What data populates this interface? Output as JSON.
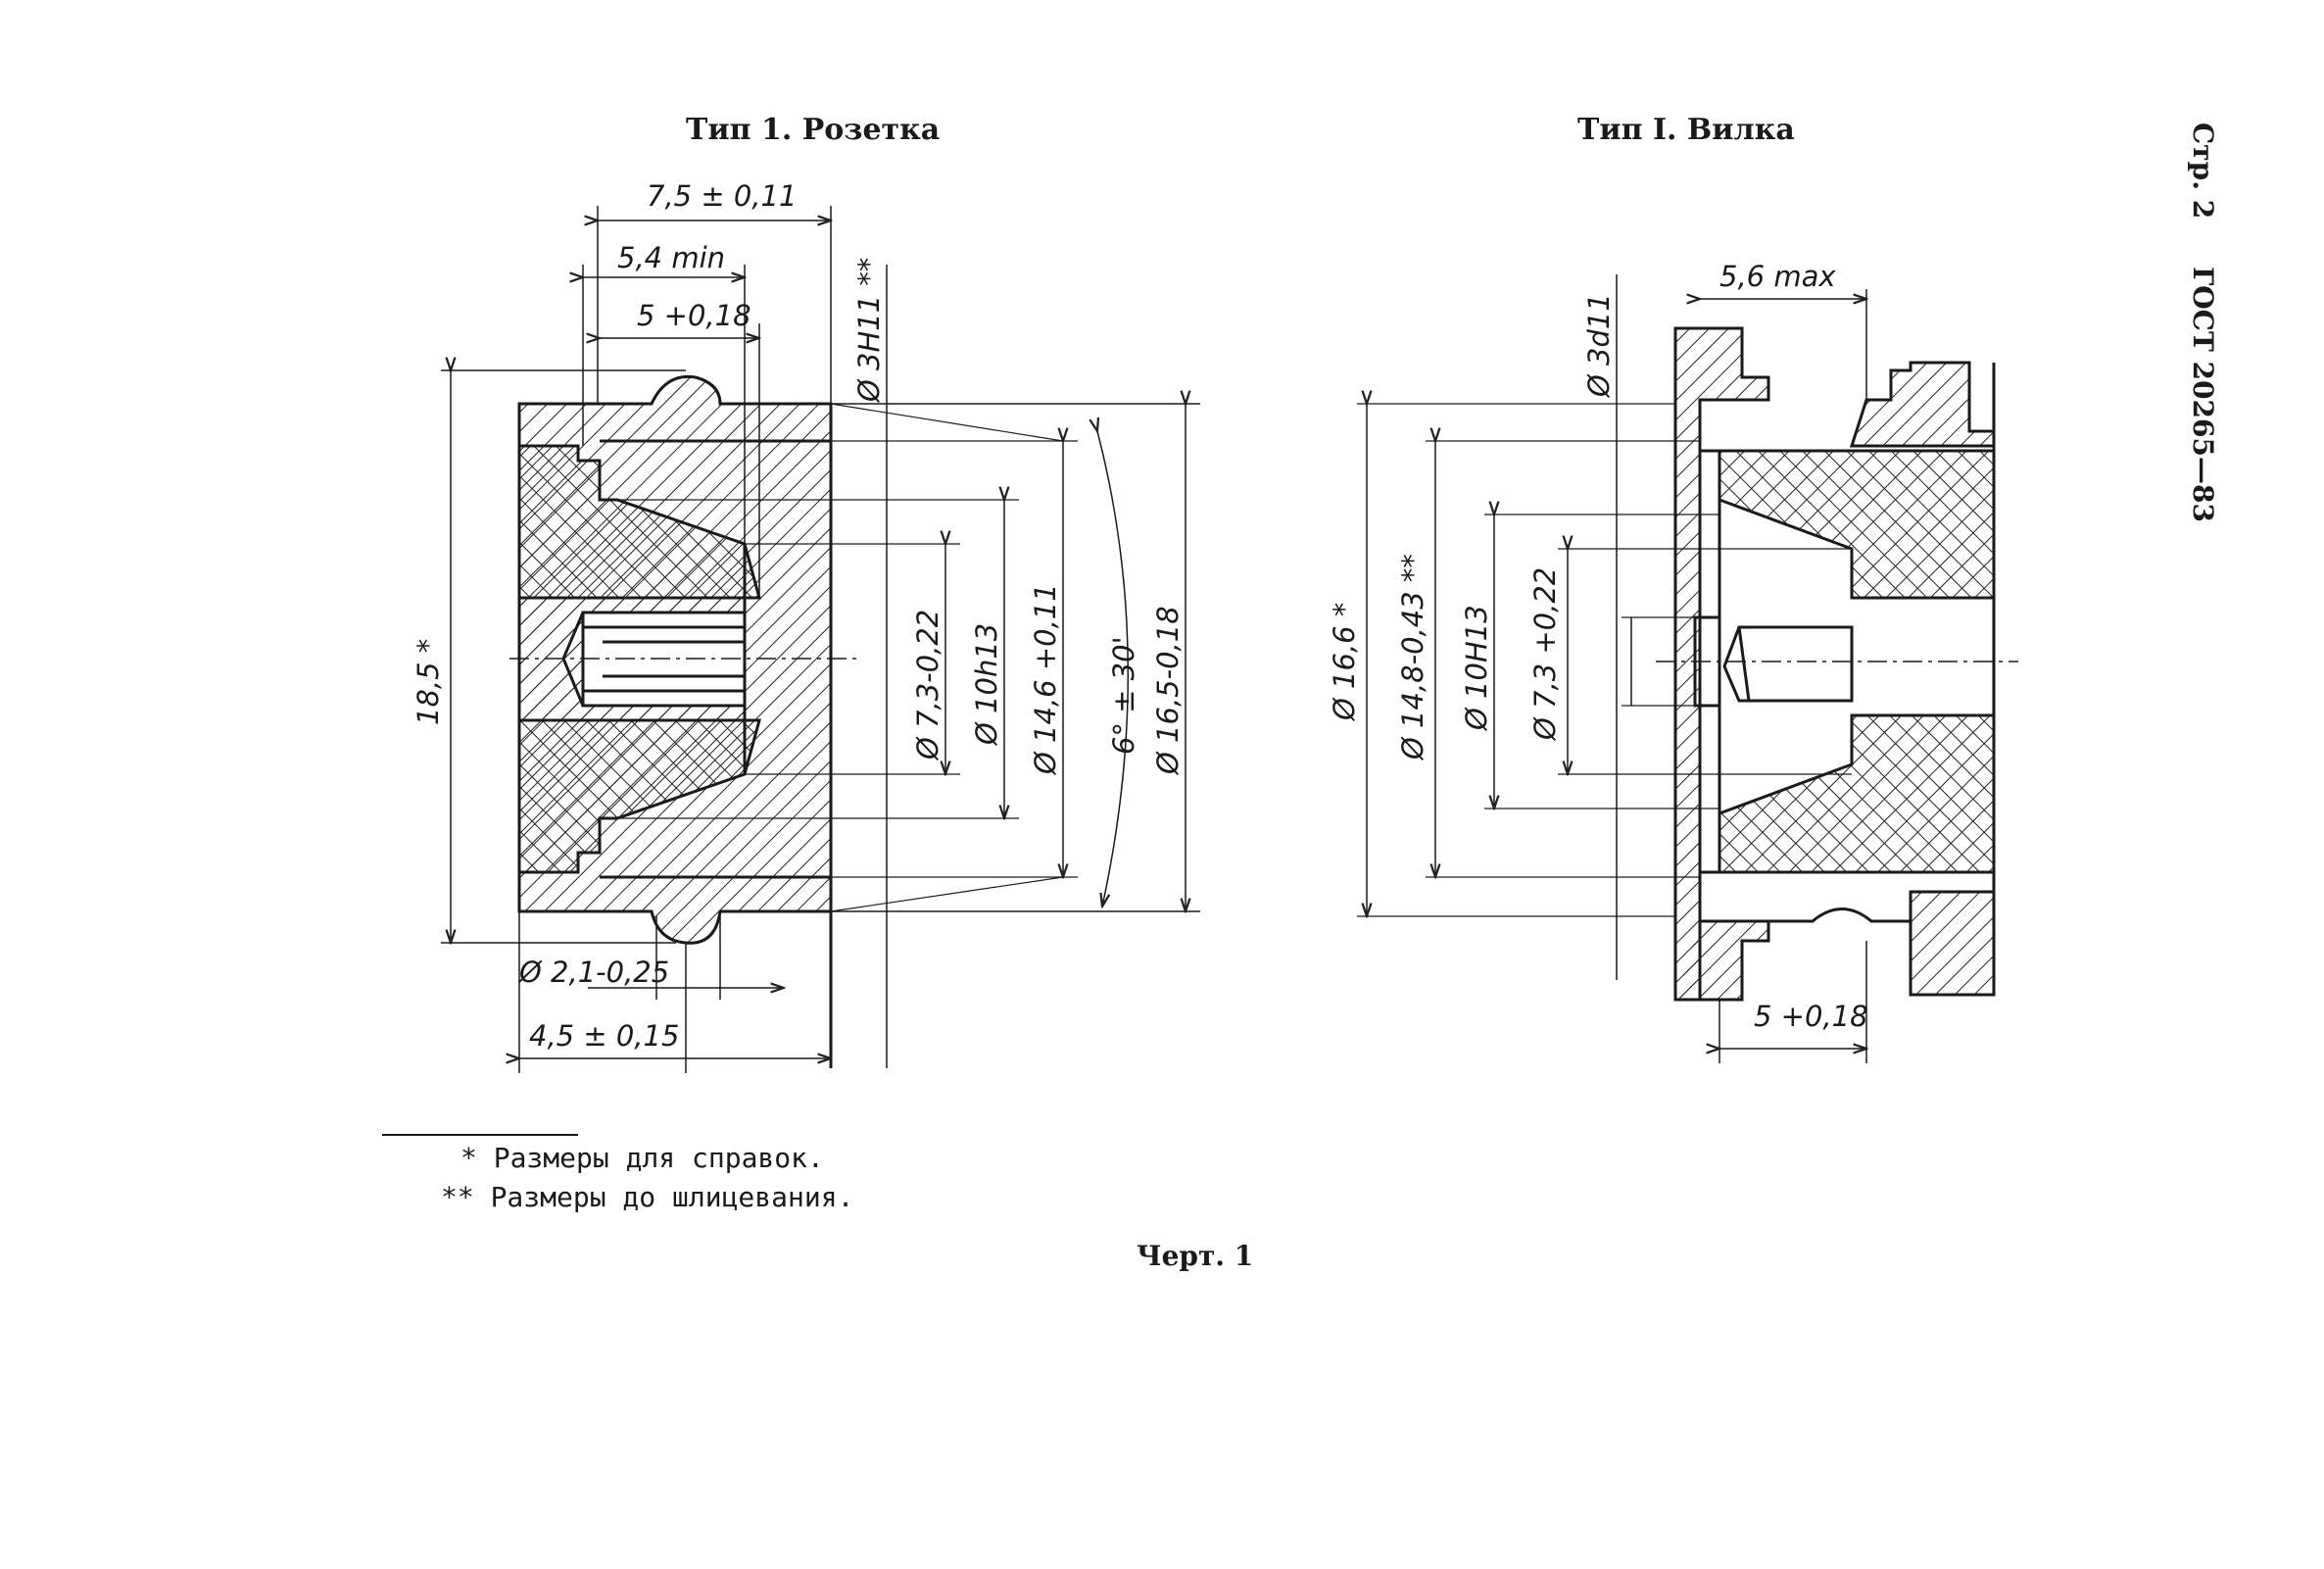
{
  "page": {
    "header_page": "Стр. 2",
    "header_std": "ГОСТ 20265—83",
    "figure_label": "Черт. 1"
  },
  "left": {
    "title": "Тип 1. Розетка",
    "dims": {
      "d_7_5": "7,5 ± 0,11",
      "d_5_4": "5,4 min",
      "d_5": "5 +0,18",
      "d_18_5": "18,5 *",
      "d_3h11": "Ø 3H11 **",
      "d_7_3": "Ø 7,3-0,22",
      "d_10h13": "Ø 10h13",
      "d_14_6": "Ø 14,6 +0,11",
      "d_angle": "6° ± 30'",
      "d_16_5": "Ø 16,5-0,18",
      "d_2_1": "Ø 2,1-0,25",
      "d_4_5": "4,5 ± 0,15"
    }
  },
  "right": {
    "title": "Тип I. Вилка",
    "dims": {
      "d_5_6": "5,6 max",
      "d_3d11": "Ø 3d11",
      "d_16_6": "Ø 16,6 *",
      "d_14_8": "Ø 14,8-0,43 **",
      "d_10h13": "Ø 10H13",
      "d_7_3": "Ø 7,3 +0,22",
      "d_5": "5 +0,18"
    }
  },
  "notes": {
    "note1": "* Размеры для справок.",
    "note2": "** Размеры до шлицевания."
  }
}
